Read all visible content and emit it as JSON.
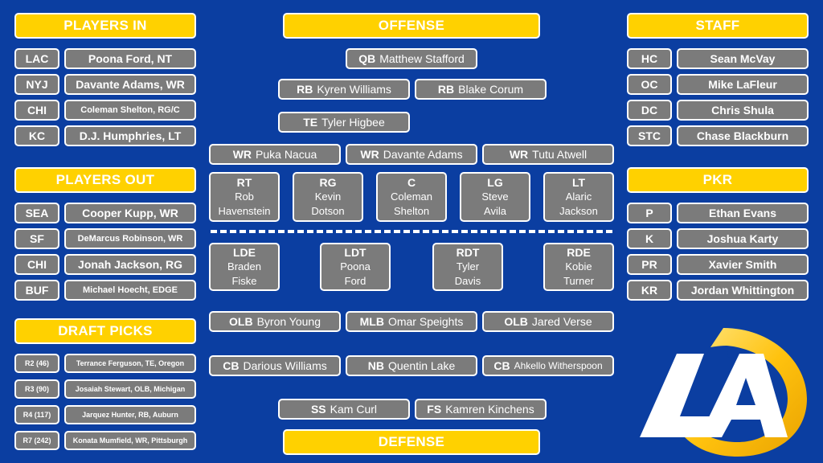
{
  "players_in": {
    "title": "PLAYERS IN",
    "rows": [
      {
        "team": "LAC",
        "player": "Poona Ford, NT"
      },
      {
        "team": "NYJ",
        "player": "Davante Adams, WR"
      },
      {
        "team": "CHI",
        "player": "Coleman Shelton, RG/C"
      },
      {
        "team": "KC",
        "player": "D.J. Humphries, LT"
      }
    ]
  },
  "players_out": {
    "title": "PLAYERS OUT",
    "rows": [
      {
        "team": "SEA",
        "player": "Cooper Kupp, WR"
      },
      {
        "team": "SF",
        "player": "DeMarcus Robinson, WR"
      },
      {
        "team": "CHI",
        "player": "Jonah Jackson, RG"
      },
      {
        "team": "BUF",
        "player": "Michael Hoecht, EDGE"
      }
    ]
  },
  "draft_picks": {
    "title": "DRAFT PICKS",
    "rows": [
      {
        "pick": "R2 (46)",
        "player": "Terrance Ferguson, TE, Oregon"
      },
      {
        "pick": "R3 (90)",
        "player": "Josaiah Stewart, OLB, Michigan"
      },
      {
        "pick": "R4 (117)",
        "player": "Jarquez Hunter, RB, Auburn"
      },
      {
        "pick": "R7 (242)",
        "player": "Konata Mumfield, WR, Pittsburgh"
      }
    ]
  },
  "staff": {
    "title": "STAFF",
    "rows": [
      {
        "role": "HC",
        "name": "Sean McVay"
      },
      {
        "role": "OC",
        "name": "Mike LaFleur"
      },
      {
        "role": "DC",
        "name": "Chris Shula"
      },
      {
        "role": "STC",
        "name": "Chase Blackburn"
      }
    ]
  },
  "pkr": {
    "title": "PKR",
    "rows": [
      {
        "role": "P",
        "name": "Ethan Evans"
      },
      {
        "role": "K",
        "name": "Joshua Karty"
      },
      {
        "role": "PR",
        "name": "Xavier Smith"
      },
      {
        "role": "KR",
        "name": "Jordan Whittington"
      }
    ]
  },
  "offense": {
    "title": "OFFENSE",
    "qb": {
      "pos": "QB",
      "name": "Matthew Stafford"
    },
    "rb1": {
      "pos": "RB",
      "name": "Kyren Williams"
    },
    "rb2": {
      "pos": "RB",
      "name": "Blake Corum"
    },
    "te": {
      "pos": "TE",
      "name": "Tyler Higbee"
    },
    "wr1": {
      "pos": "WR",
      "name": "Puka Nacua"
    },
    "wr2": {
      "pos": "WR",
      "name": "Davante Adams"
    },
    "wr3": {
      "pos": "WR",
      "name": "Tutu Atwell"
    },
    "line": [
      {
        "pos": "RT",
        "first": "Rob",
        "last": "Havenstein"
      },
      {
        "pos": "RG",
        "first": "Kevin",
        "last": "Dotson"
      },
      {
        "pos": "C",
        "first": "Coleman",
        "last": "Shelton"
      },
      {
        "pos": "LG",
        "first": "Steve",
        "last": "Avila"
      },
      {
        "pos": "LT",
        "first": "Alaric",
        "last": "Jackson"
      }
    ]
  },
  "defense": {
    "title": "DEFENSE",
    "line": [
      {
        "pos": "LDE",
        "first": "Braden",
        "last": "Fiske"
      },
      {
        "pos": "LDT",
        "first": "Poona",
        "last": "Ford"
      },
      {
        "pos": "RDT",
        "first": "Tyler",
        "last": "Davis"
      },
      {
        "pos": "RDE",
        "first": "Kobie",
        "last": "Turner"
      }
    ],
    "olb1": {
      "pos": "OLB",
      "name": "Byron Young"
    },
    "mlb": {
      "pos": "MLB",
      "name": "Omar Speights"
    },
    "olb2": {
      "pos": "OLB",
      "name": "Jared Verse"
    },
    "cb1": {
      "pos": "CB",
      "name": "Darious Williams"
    },
    "nb": {
      "pos": "NB",
      "name": "Quentin Lake"
    },
    "cb2": {
      "pos": "CB",
      "name": "Ahkello Witherspoon"
    },
    "ss": {
      "pos": "SS",
      "name": "Kam Curl"
    },
    "fs": {
      "pos": "FS",
      "name": "Kamren Kinchens"
    }
  },
  "colors": {
    "background": "#0b3ea1",
    "header": "#ffd100",
    "box": "#7b7b7b"
  },
  "logo": {
    "icon": "la-rams-logo"
  }
}
